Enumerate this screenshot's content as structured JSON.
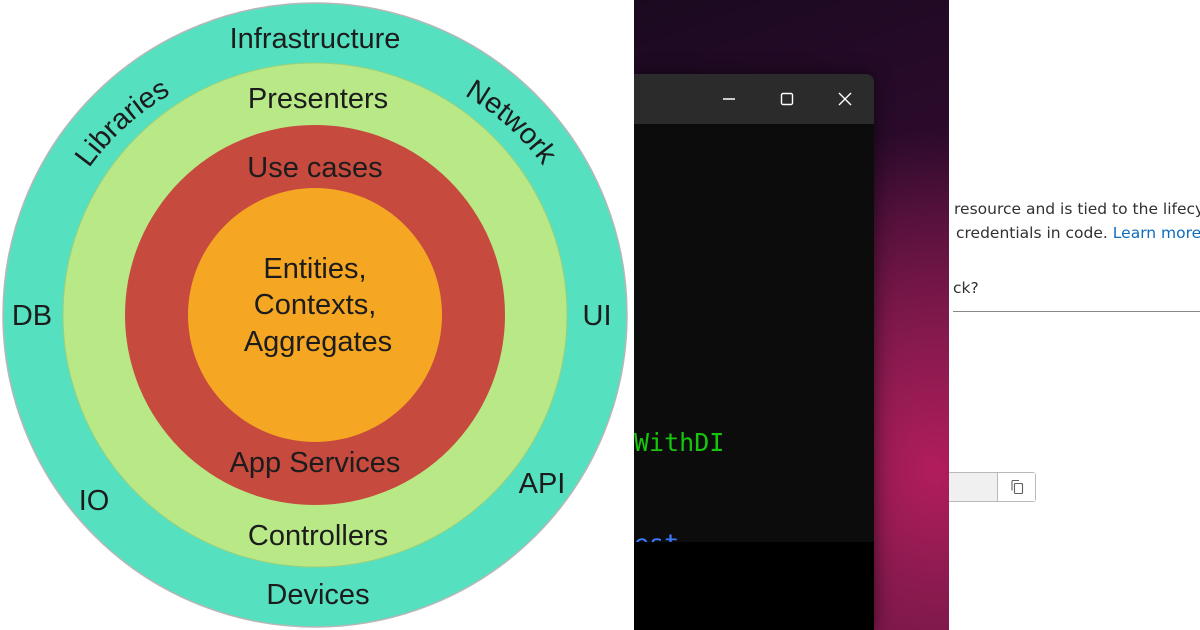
{
  "diagram": {
    "rings": [
      {
        "name": "outer",
        "color": "#55e0c0",
        "labels": {
          "top": "Infrastructure",
          "left_arc": "Libraries",
          "right_arc": "Network",
          "left": "DB",
          "right": "UI",
          "lower_left": "IO",
          "lower_right": "API",
          "bottom": "Devices"
        }
      },
      {
        "name": "second",
        "color": "#b8e986",
        "labels": {
          "top": "Presenters",
          "bottom": "Controllers"
        }
      },
      {
        "name": "third",
        "color": "#c64a3d",
        "labels": {
          "top": "Use cases",
          "bottom": "App Services"
        }
      },
      {
        "name": "core",
        "color": "#f5a623",
        "labels": {
          "lines": [
            "Entities,",
            "Contexts,",
            "Aggregates"
          ]
        }
      }
    ]
  },
  "terminal": {
    "titlebar_color": "#2b2b2b",
    "controls": {
      "minimize": "minimize-icon",
      "maximize": "maximize-icon",
      "close": "close-icon"
    },
    "lines": [
      {
        "text": "WithDI",
        "color": "#16c60c"
      },
      {
        "text": "est.",
        "color": "#3b78ff"
      }
    ]
  },
  "portal": {
    "line1": "resource and is tied to the lifecycle",
    "line2_text": "credentials in code.",
    "line2_link": "Learn more about",
    "question": "ck?",
    "copy_icon": "copy-icon",
    "link_color": "#0f6cbd"
  }
}
